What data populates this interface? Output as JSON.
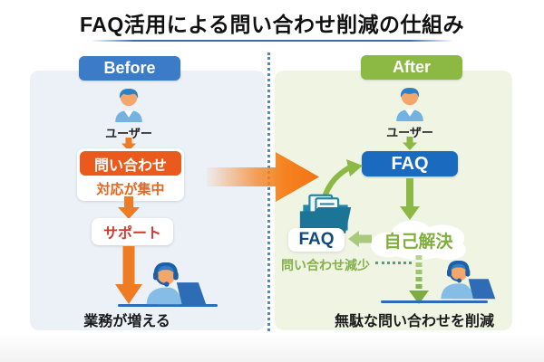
{
  "title": "FAQ活用による問い合わせ削減の仕組み",
  "before": {
    "badge_label": "Before",
    "user_label": "ユーザー",
    "inquiry_label": "問い合わせ",
    "overload_caption": "対応が集中",
    "support_label": "サポート",
    "result_caption": "業務が増える"
  },
  "after": {
    "badge_label": "After",
    "user_label": "ユーザー",
    "faq_label": "FAQ",
    "faq_folder_label": "FAQ",
    "self_resolve_label": "自己解決",
    "decrease_caption": "問い合わせ減少",
    "result_caption": "無駄な問い合わせを削減"
  },
  "colors": {
    "before_badge": "#3b7bc8",
    "after_badge": "#8bb944",
    "inquiry_box": "#e95a1c",
    "overload_text": "#e8661c",
    "support_text": "#d13a30",
    "faq_box": "#1a6ac0",
    "faq_folder_text": "#134a7c",
    "green_accent": "#8cb845",
    "orange_accent": "#f5821f",
    "before_panel_bg": "#ecf1f8",
    "after_panel_bg": "#f0f4e3",
    "divider": "#4e87cc",
    "title_underline": "#3a6db4",
    "cloud_text": "#7fae3c",
    "decrease_text": "#85b14c"
  }
}
